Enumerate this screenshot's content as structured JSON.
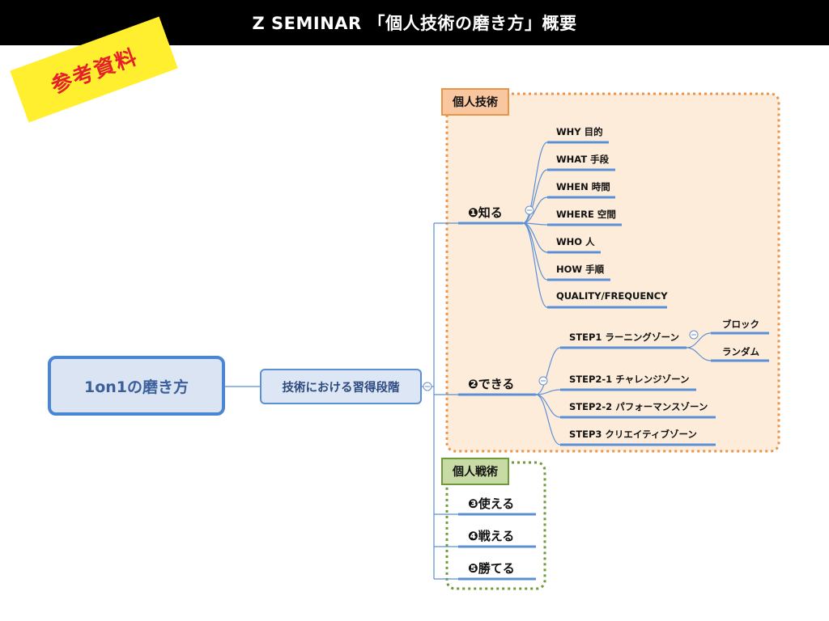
{
  "header": {
    "title": "Z SEMINAR 「個人技術の磨き方」概要"
  },
  "badge": {
    "text": "参考資料",
    "bg": "#ffef2e",
    "color": "#e5202a"
  },
  "root": {
    "label": "1on1の磨き方"
  },
  "stage": {
    "label": "技術における習得段階"
  },
  "groups": {
    "tech": {
      "label": "個人技術",
      "fill": "#fcecd9",
      "border": "#e8954b",
      "tag_bg": "#f9c79f"
    },
    "tactics": {
      "label": "個人戦術",
      "fill": "#ffffff",
      "border": "#6e9a3a",
      "tag_bg": "#c8dba4"
    }
  },
  "branches": {
    "know": {
      "label": "❶知る",
      "children": [
        "WHY 目的",
        "WHAT 手段",
        "WHEN 時間",
        "WHERE 空間",
        "WHO 人",
        "HOW 手順",
        "QUALITY/FREQUENCY"
      ]
    },
    "can": {
      "label": "❷できる",
      "children": [
        "STEP1 ラーニングゾーン",
        "STEP2-1 チャレンジゾーン",
        "STEP2-2 パフォーマンスゾーン",
        "STEP3 クリエイティブゾーン"
      ],
      "step1_children": [
        "ブロック",
        "ランダム"
      ]
    },
    "use": {
      "label": "❸使える"
    },
    "fight": {
      "label": "❹戦える"
    },
    "win": {
      "label": "❺勝てる"
    }
  },
  "colors": {
    "line": "#5b8fd6"
  }
}
